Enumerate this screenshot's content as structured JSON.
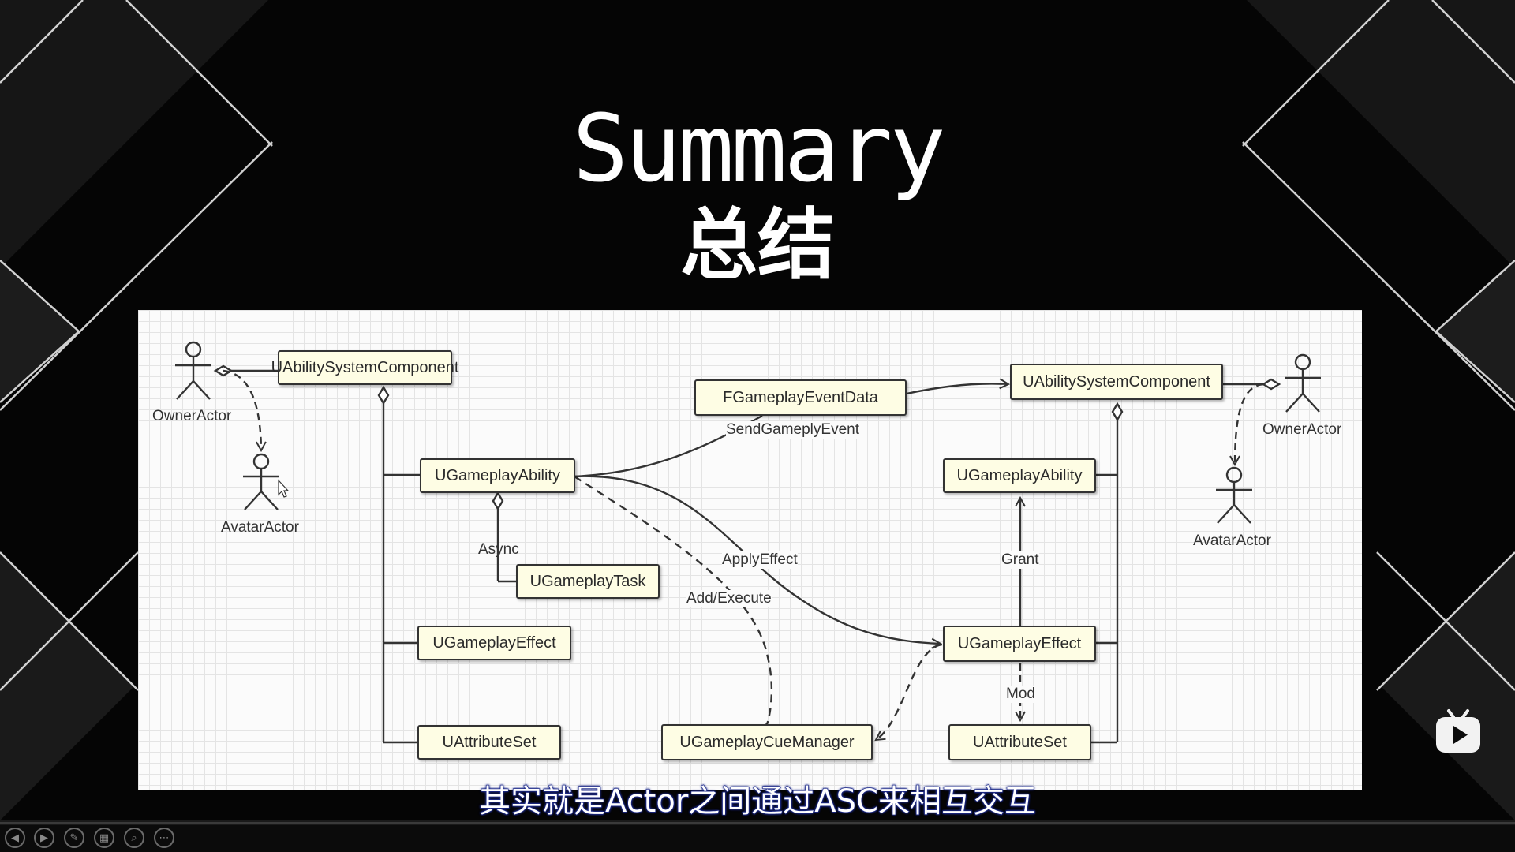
{
  "title": {
    "en": "Summary",
    "zh": "总结"
  },
  "subtitle": "其实就是Actor之间通过ASC来相互交互",
  "diagram": {
    "left": {
      "owner_actor": "OwnerActor",
      "avatar_actor": "AvatarActor",
      "asc": "UAbilitySystemComponent",
      "ability": "UGameplayAbility",
      "task": "UGameplayTask",
      "effect": "UGameplayEffect",
      "attribute_set": "UAttributeSet",
      "async_label": "Async"
    },
    "middle": {
      "event_data": "FGameplayEventData",
      "send_event_label": "SendGameplyEvent",
      "apply_effect_label": "ApplyEffect",
      "add_execute_label": "Add/Execute",
      "cue_manager": "UGameplayCueManager"
    },
    "right": {
      "owner_actor": "OwnerActor",
      "avatar_actor": "AvatarActor",
      "asc": "UAbilitySystemComponent",
      "ability": "UGameplayAbility",
      "effect": "UGameplayEffect",
      "attribute_set": "UAttributeSet",
      "grant_label": "Grant",
      "mod_label": "Mod"
    }
  },
  "toolbar": {
    "buttons": [
      "prev-icon",
      "next-icon",
      "pen-icon",
      "slides-icon",
      "zoom-icon",
      "more-icon"
    ]
  }
}
